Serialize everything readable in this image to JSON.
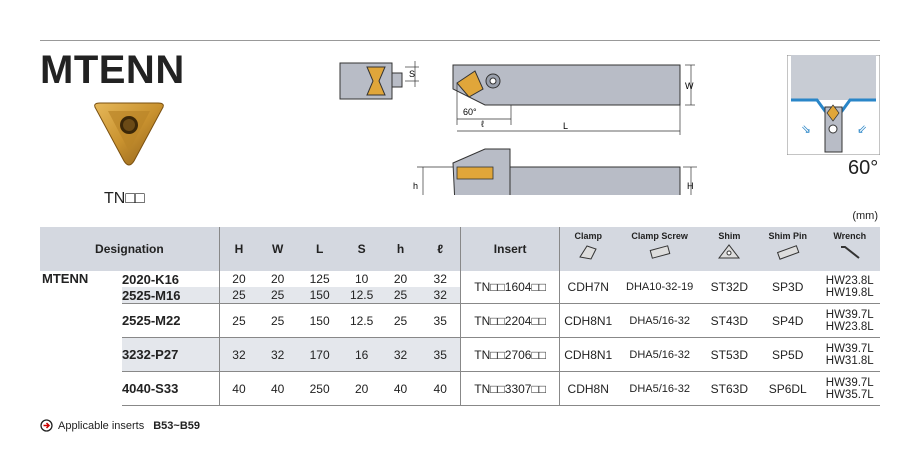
{
  "title": "MTENN",
  "insert_code": "TN□□",
  "dims": {
    "S": "S",
    "W": "W",
    "L": "L",
    "l": "ℓ",
    "h": "h",
    "H": "H",
    "angle": "60°"
  },
  "angle_big": "60°",
  "unit": "(mm)",
  "headers": {
    "designation": "Designation",
    "H": "H",
    "W": "W",
    "L": "L",
    "S": "S",
    "h": "h",
    "l": "ℓ",
    "insert": "Insert",
    "clamp": "Clamp",
    "clamp_screw": "Clamp Screw",
    "shim": "Shim",
    "shim_pin": "Shim Pin",
    "wrench": "Wrench"
  },
  "series": "MTENN",
  "rows": [
    {
      "des": "2020-K16",
      "H": "20",
      "W": "20",
      "L": "125",
      "S": "10",
      "h": "20",
      "l": "32"
    },
    {
      "des": "2525-M16",
      "H": "25",
      "W": "25",
      "L": "150",
      "S": "12.5",
      "h": "25",
      "l": "32"
    },
    {
      "des": "2525-M22",
      "H": "25",
      "W": "25",
      "L": "150",
      "S": "12.5",
      "h": "25",
      "l": "35"
    },
    {
      "des": "3232-P27",
      "H": "32",
      "W": "32",
      "L": "170",
      "S": "16",
      "h": "32",
      "l": "35"
    },
    {
      "des": "4040-S33",
      "H": "40",
      "W": "40",
      "L": "250",
      "S": "20",
      "h": "40",
      "l": "40"
    }
  ],
  "groups": [
    {
      "insert": "TN□□1604□□",
      "clamp": "CDH7N",
      "screw": "DHA10-32-19",
      "shim": "ST32D",
      "pin": "SP3D",
      "wrench1": "HW23.8L",
      "wrench2": "HW19.8L"
    },
    {
      "insert": "TN□□2204□□",
      "clamp": "CDH8N1",
      "screw": "DHA5/16-32",
      "shim": "ST43D",
      "pin": "SP4D",
      "wrench1": "HW39.7L",
      "wrench2": "HW23.8L"
    },
    {
      "insert": "TN□□2706□□",
      "clamp": "CDH8N1",
      "screw": "DHA5/16-32",
      "shim": "ST53D",
      "pin": "SP5D",
      "wrench1": "HW39.7L",
      "wrench2": "HW31.8L"
    },
    {
      "insert": "TN□□3307□□",
      "clamp": "CDH8N",
      "screw": "DHA5/16-32",
      "shim": "ST63D",
      "pin": "SP6DL",
      "wrench1": "HW39.7L",
      "wrench2": "HW35.7L"
    }
  ],
  "footer": {
    "text": "Applicable inserts",
    "pages": "B53~B59"
  },
  "colors": {
    "header_bg": "#d4d8e0",
    "row_shade": "#e4e7ec",
    "insert_gold": "#c9922f",
    "tool_gray": "#b8bcc6",
    "accent_blue": "#2a86c8"
  }
}
